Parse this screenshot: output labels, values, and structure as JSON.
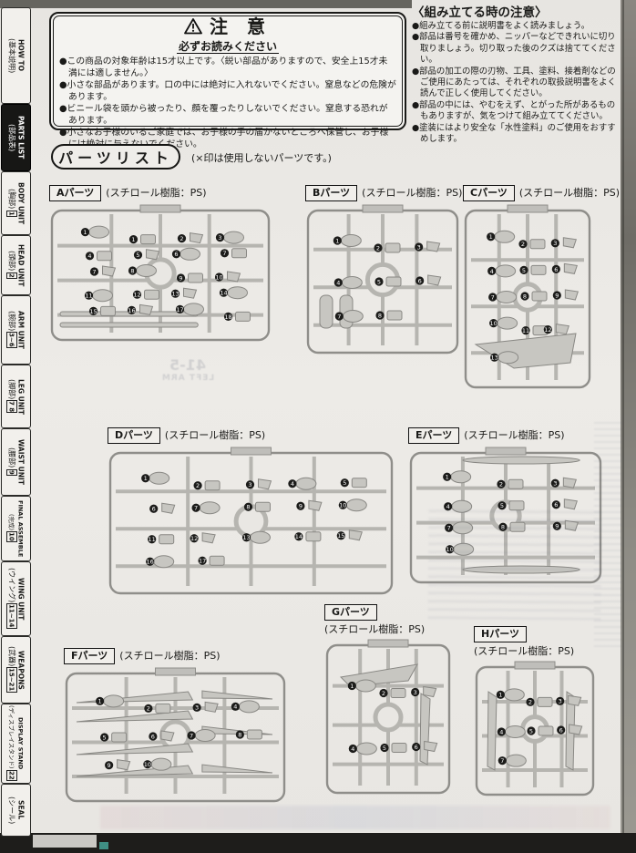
{
  "sidebar": {
    "tabs": [
      {
        "jp": "(基本説明)",
        "num": "",
        "en": "HOW TO",
        "active": false
      },
      {
        "jp": "(部品表)",
        "num": "",
        "en": "PARTS LIST",
        "active": true
      },
      {
        "jp": "(胸部)",
        "num": "1",
        "en": "BODY UNIT",
        "active": false
      },
      {
        "jp": "(頭部)",
        "num": "2",
        "en": "HEAD UNIT",
        "active": false
      },
      {
        "jp": "(腕部)",
        "num": "3~6",
        "en": "ARM UNIT",
        "active": false
      },
      {
        "jp": "(脚部)",
        "num": "7 8",
        "en": "LEG UNIT",
        "active": false
      },
      {
        "jp": "(腰部)",
        "num": "9",
        "en": "WAIST UNIT",
        "active": false
      },
      {
        "jp": "(完成)",
        "num": "10",
        "en": "FINAL ASSEMBLE",
        "active": false
      },
      {
        "jp": "(ウイング)",
        "num": "11~14",
        "en": "WING UNIT",
        "active": false
      },
      {
        "jp": "(武器)",
        "num": "15~21",
        "en": "WEAPONS",
        "active": false
      },
      {
        "jp": "(ディスプレイスタンド)",
        "num": "22",
        "en": "DISPLAY STAND",
        "active": false
      },
      {
        "jp": "(シール)",
        "num": "",
        "en": "SEAL",
        "active": false
      }
    ]
  },
  "caution": {
    "title": "注 意",
    "subtitle": "必ずお読みください",
    "items": [
      "●この商品の対象年齢は15才以上です。〈鋭い部品がありますので、安全上15才未満には適しません。〉",
      "●小さな部品があります。口の中には絶対に入れないでください。窒息などの危険があります。",
      "●ビニール袋を頭から被ったり、顔を覆ったりしないでください。窒息する恐れがあります。",
      "●小さなお子様のいるご家庭では、お子様の手の届かないところへ保管し、お子様には絶対に与えないでください。"
    ]
  },
  "assembly_notes": {
    "title": "〈組み立てる時の注意〉",
    "items": [
      "●組み立てる前に説明書をよく読みましょう。",
      "●部品は番号を確かめ、ニッパーなどできれいに切り取りましょう。切り取った後のクズは捨ててください。",
      "●部品の加工の際の刃物、工具、塗料、接着剤などのご使用にあたっては、それぞれの取扱説明書をよく読んで正しく使用してください。",
      "●部品の中には、やむをえず、とがった所があるものもありますが、気をつけて組み立ててください。",
      "●塗装にはより安全な「水性塗料」のご使用をおすすめします。"
    ]
  },
  "parts_list": {
    "title": "パーツリスト",
    "note": "(×印は使用しないパーツです。)"
  },
  "panels": [
    {
      "id": "A",
      "name": "Aパーツ",
      "material": "(スチロール樹脂：PS)",
      "motif": "rods",
      "markers": [
        "1",
        "1",
        "2",
        "3",
        "4",
        "5",
        "6",
        "7",
        "7",
        "8",
        "9",
        "10",
        "11",
        "12",
        "13",
        "14",
        "15",
        "16",
        "17",
        "18"
      ]
    },
    {
      "id": "B",
      "name": "Bパーツ",
      "material": "(スチロール樹脂：PS)",
      "motif": "legs",
      "markers": [
        "1",
        "2",
        "3",
        "4",
        "5",
        "6",
        "7",
        "8"
      ]
    },
    {
      "id": "C",
      "name": "Cパーツ",
      "material": "(スチロール樹脂：PS)",
      "motif": "wing",
      "markers": [
        "1",
        "2",
        "3",
        "4",
        "5",
        "6",
        "7",
        "8",
        "9",
        "10",
        "11",
        "12",
        "13"
      ]
    },
    {
      "id": "D",
      "name": "Dパーツ",
      "material": "(スチロール樹脂：PS)",
      "motif": "blobs",
      "markers": [
        "1",
        "2",
        "3",
        "4",
        "5",
        "6",
        "7",
        "8",
        "9",
        "10",
        "11",
        "12",
        "13",
        "14",
        "15",
        "16",
        "17"
      ]
    },
    {
      "id": "E",
      "name": "Eパーツ",
      "material": "(スチロール樹脂：PS)",
      "motif": "erods",
      "markers": [
        "1",
        "2",
        "3",
        "4",
        "5",
        "6",
        "7",
        "8",
        "9",
        "10"
      ]
    },
    {
      "id": "F",
      "name": "Fパーツ",
      "material": "(スチロール樹脂：PS)",
      "motif": "feathers",
      "markers": [
        "1",
        "2",
        "3",
        "4",
        "5",
        "6",
        "7",
        "8",
        "9",
        "10"
      ]
    },
    {
      "id": "G",
      "name": "Gパーツ",
      "material": "(スチロール樹脂：PS)",
      "motif": "bird",
      "markers": [
        "1",
        "2",
        "3",
        "4",
        "5",
        "6"
      ]
    },
    {
      "id": "H",
      "name": "Hパーツ",
      "material": "(スチロール樹脂：PS)",
      "motif": "blade",
      "markers": [
        "1",
        "2",
        "3",
        "4",
        "5",
        "6",
        "7"
      ]
    }
  ],
  "ghost": {
    "lines": [
      "41-5",
      "LEFT ARM"
    ]
  },
  "colors": {
    "paper": "#e9e7e3",
    "runner_part": "#c7c6c1",
    "runner_stroke": "#898884",
    "sprue": "#b6b5b0",
    "frame": "#8f8e8a",
    "marker": "#1c1c1a",
    "tab_active_bg": "#171715"
  }
}
